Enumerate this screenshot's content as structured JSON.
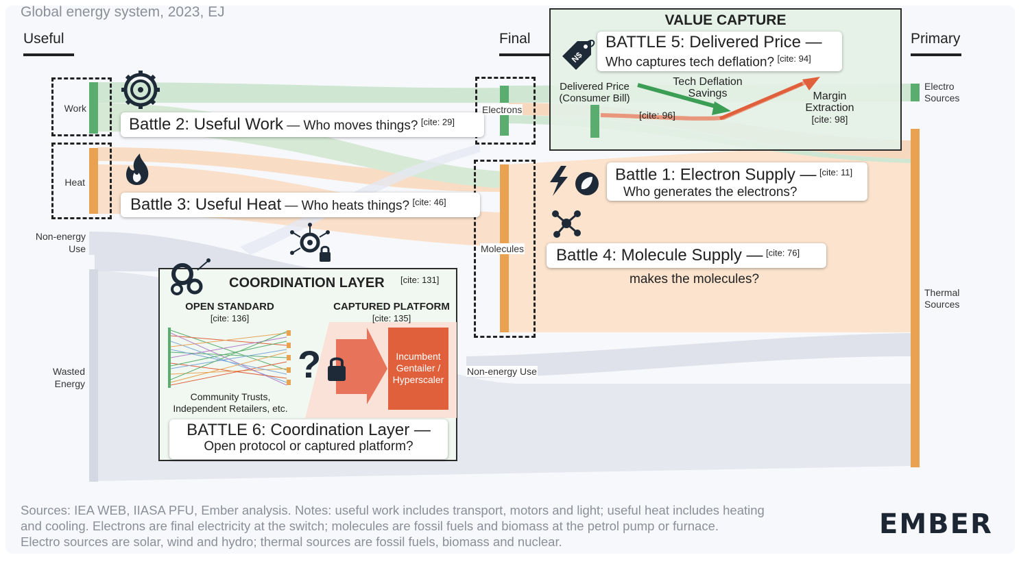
{
  "title": "Global energy system, 2023, EJ",
  "columns": {
    "useful": "Useful",
    "final": "Final",
    "primary": "Primary"
  },
  "nodes": {
    "work": "Work",
    "heat": "Heat",
    "non_energy_use_left_1": "Non-energy",
    "non_energy_use_left_2": "Use",
    "wasted_1": "Wasted",
    "wasted_2": "Energy",
    "electrons": "Electrons",
    "molecules": "Molecules",
    "non_energy_use_mid": "Non-energy Use",
    "electro_sources_1": "Electro",
    "electro_sources_2": "Sources",
    "thermal_sources_1": "Thermal",
    "thermal_sources_2": "Sources"
  },
  "battles": {
    "b2": {
      "main": "Battle 2: Useful Work",
      "sub": " — Who moves things?",
      "cite": "[cite: 29]"
    },
    "b3": {
      "main": "Battle 3: Useful Heat",
      "sub": " — Who heats things?",
      "cite": "[cite: 46]"
    },
    "b1": {
      "main": "Battle 1: Electron Supply —",
      "sub": "Who generates the electrons?",
      "cite": "[cite: 11]"
    },
    "b4": {
      "main": "Battle 4: Molecule Supply —",
      "cite": "[cite: 76]",
      "trail": "makes the molecules?"
    }
  },
  "value_capture": {
    "heading": "VALUE CAPTURE",
    "battle_main": "BATTLE 5: Delivered Price —",
    "battle_sub": "Who captures tech deflation?",
    "battle_cite": "[cite: 94]",
    "delivered_1": "Delivered Price",
    "delivered_2": "(Consumer Bill)",
    "tech_1": "Tech Deflation",
    "tech_2": "Savings",
    "cite_96": "[cite: 96]",
    "margin_1": "Margin",
    "margin_2": "Extraction",
    "margin_cite": "[cite: 98]"
  },
  "coordination": {
    "heading": "COORDINATION LAYER",
    "heading_cite": "[cite: 131]",
    "open_standard": "OPEN STANDARD",
    "open_cite": "[cite: 136]",
    "captured_platform": "CAPTURED PLATFORM",
    "captured_cite": "[cite: 135]",
    "incumbent_1": "Incumbent",
    "incumbent_2": "Gentailer /",
    "incumbent_3": "Hyperscaler",
    "community_1": "Community Trusts,",
    "community_2": "Independent Retailers, etc.",
    "question_mark": "?",
    "battle_main": "BATTLE 6: Coordination Layer —",
    "battle_sub": "Open protocol or captured platform?"
  },
  "footer": {
    "line1": "Sources: IEA WEB, IIASA PFU, Ember analysis. Notes: useful work includes transport, motors and light; useful heat includes heating",
    "line2": "and cooling. Electrons are final electricity at the switch; molecules are fossil fuels and biomass at the petrol pump or furnace.",
    "line3": "Electro sources are solar, wind and hydro; thermal sources are fossil fuels, biomass and nuclear."
  },
  "brand": "EMBER",
  "colors": {
    "electro_green": "#5aad6e",
    "thermal_orange": "#e9a252",
    "wasted_grey": "#d4d8e2",
    "value_capture_bg": "#e3f1e5",
    "captured_red": "#e0603c"
  }
}
